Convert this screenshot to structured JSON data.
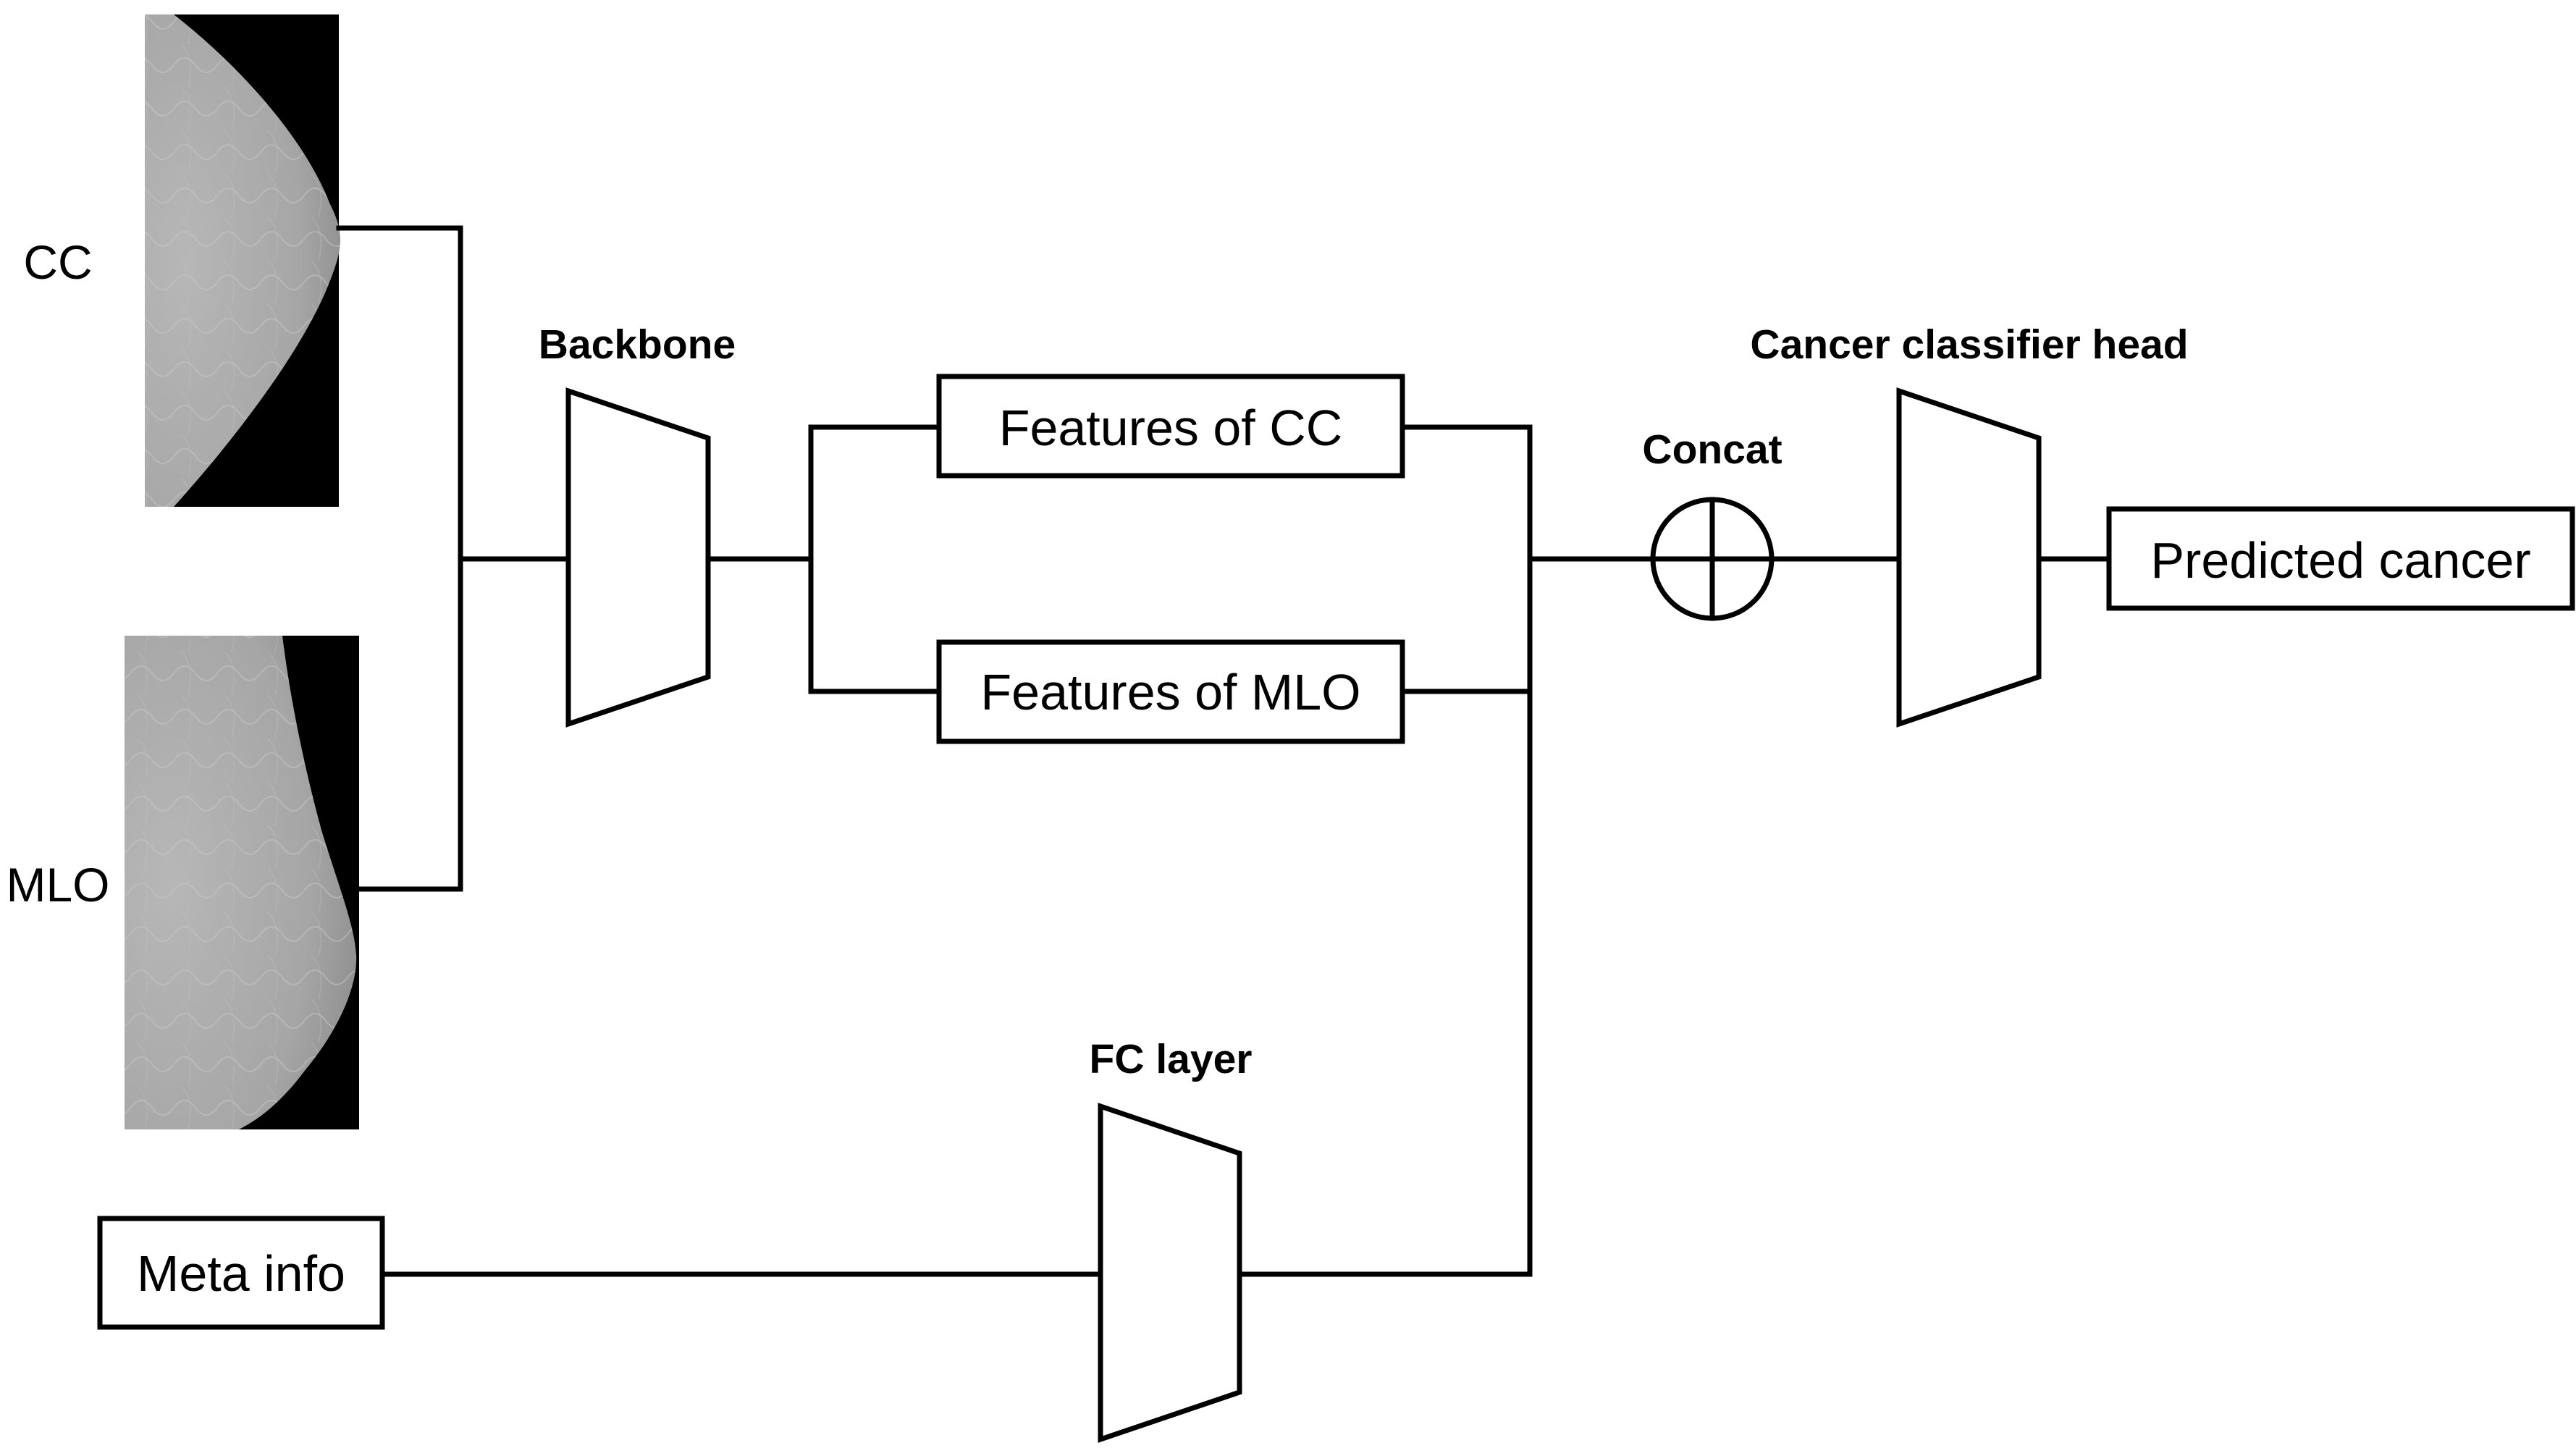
{
  "labels": {
    "cc": "CC",
    "mlo": "MLO",
    "backbone": "Backbone",
    "features_cc": "Features of CC",
    "features_mlo": "Features of MLO",
    "concat": "Concat",
    "classifier_head": "Cancer classifier head",
    "predicted_cancer": "Predicted cancer",
    "fc_layer": "FC layer",
    "meta_info": "Meta info"
  },
  "colors": {
    "stroke": "#000000",
    "background": "#ffffff",
    "xray_dark": "#000000",
    "xray_tissue": "#a9a9a9"
  }
}
